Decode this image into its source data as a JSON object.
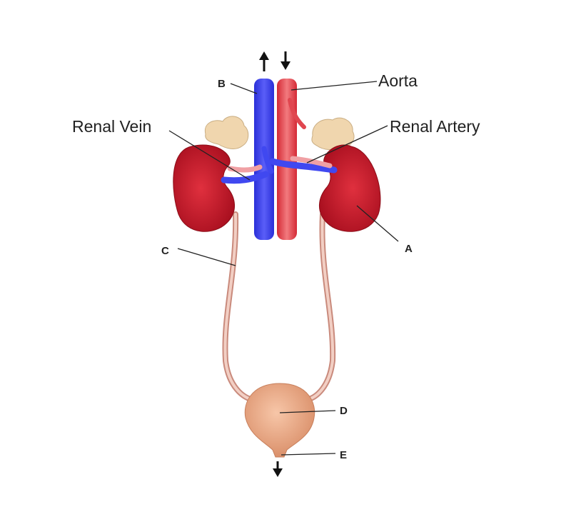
{
  "labels": {
    "aorta": "Aorta",
    "renal_vein": "Renal Vein",
    "renal_artery": "Renal Artery",
    "a": "A",
    "b": "B",
    "c": "C",
    "d": "D",
    "e": "E"
  },
  "colors": {
    "kidney": "#c8182a",
    "kidney_dark": "#9e0f1d",
    "vein": "#3a3ff2",
    "artery": "#e8404a",
    "adrenal": "#f0d8b0",
    "ureter": "#e6b6a8",
    "bladder": "#e9a37e",
    "leader_line": "#222222"
  },
  "icons": {
    "flow_up": "arrow-up-icon",
    "flow_down_aorta": "arrow-down-icon",
    "flow_down_urethra": "arrow-down-icon"
  }
}
